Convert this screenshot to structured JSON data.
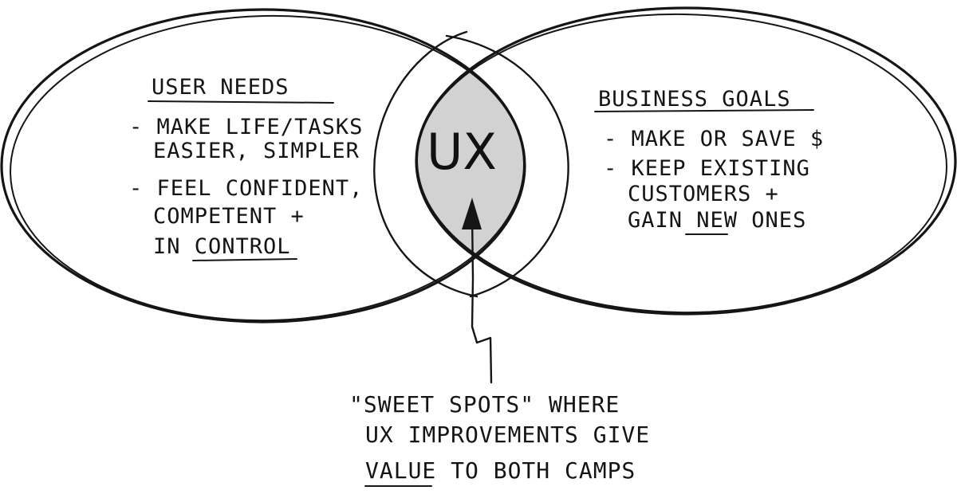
{
  "diagram": {
    "left": {
      "heading": "USER NEEDS",
      "lines": [
        "- MAKE LIFE/TASKS",
        "EASIER, SIMPLER",
        "- FEEL CONFIDENT,",
        "COMPETENT +",
        "IN CONTROL"
      ]
    },
    "right": {
      "heading": "BUSINESS GOALS",
      "lines": [
        "- MAKE OR SAVE $",
        "- KEEP EXISTING",
        "CUSTOMERS +",
        "GAIN NEW ONES"
      ]
    },
    "center": {
      "label": "UX"
    },
    "caption": [
      "\"SWEET SPOTS\" WHERE",
      "UX IMPROVEMENTS GIVE",
      "VALUE TO BOTH CAMPS"
    ],
    "colors": {
      "ink": "#151515",
      "overlap_fill": "#d2d2d2",
      "background": "#ffffff"
    }
  }
}
